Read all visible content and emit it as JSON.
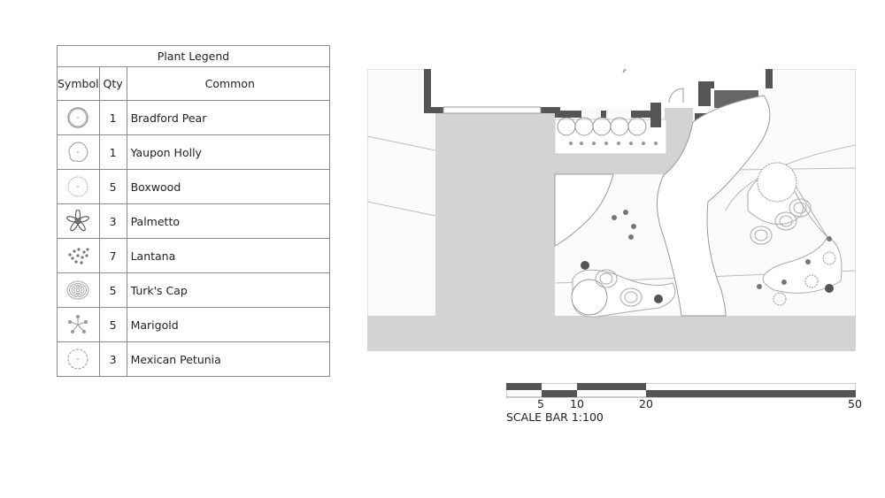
{
  "legend": {
    "title": "Plant Legend",
    "headers": {
      "symbol": "Symbol",
      "qty": "Qty",
      "common": "Common"
    },
    "rows": [
      {
        "symbol": "bradford-pear-symbol",
        "qty": "1",
        "common": "Bradford Pear"
      },
      {
        "symbol": "yaupon-holly-symbol",
        "qty": "1",
        "common": "Yaupon Holly"
      },
      {
        "symbol": "boxwood-symbol",
        "qty": "5",
        "common": "Boxwood"
      },
      {
        "symbol": "palmetto-symbol",
        "qty": "3",
        "common": "Palmetto"
      },
      {
        "symbol": "lantana-symbol",
        "qty": "7",
        "common": "Lantana"
      },
      {
        "symbol": "turks-cap-symbol",
        "qty": "5",
        "common": "Turk's Cap"
      },
      {
        "symbol": "marigold-symbol",
        "qty": "5",
        "common": "Marigold"
      },
      {
        "symbol": "mexican-petunia-symbol",
        "qty": "3",
        "common": "Mexican Petunia"
      }
    ]
  },
  "scale_bar": {
    "ticks": [
      "5",
      "10",
      "20",
      "50"
    ],
    "label": "SCALE BAR 1:100"
  },
  "colors": {
    "wall": "#555555",
    "paving": "#d3d3d3",
    "line": "#9a9a9a"
  }
}
